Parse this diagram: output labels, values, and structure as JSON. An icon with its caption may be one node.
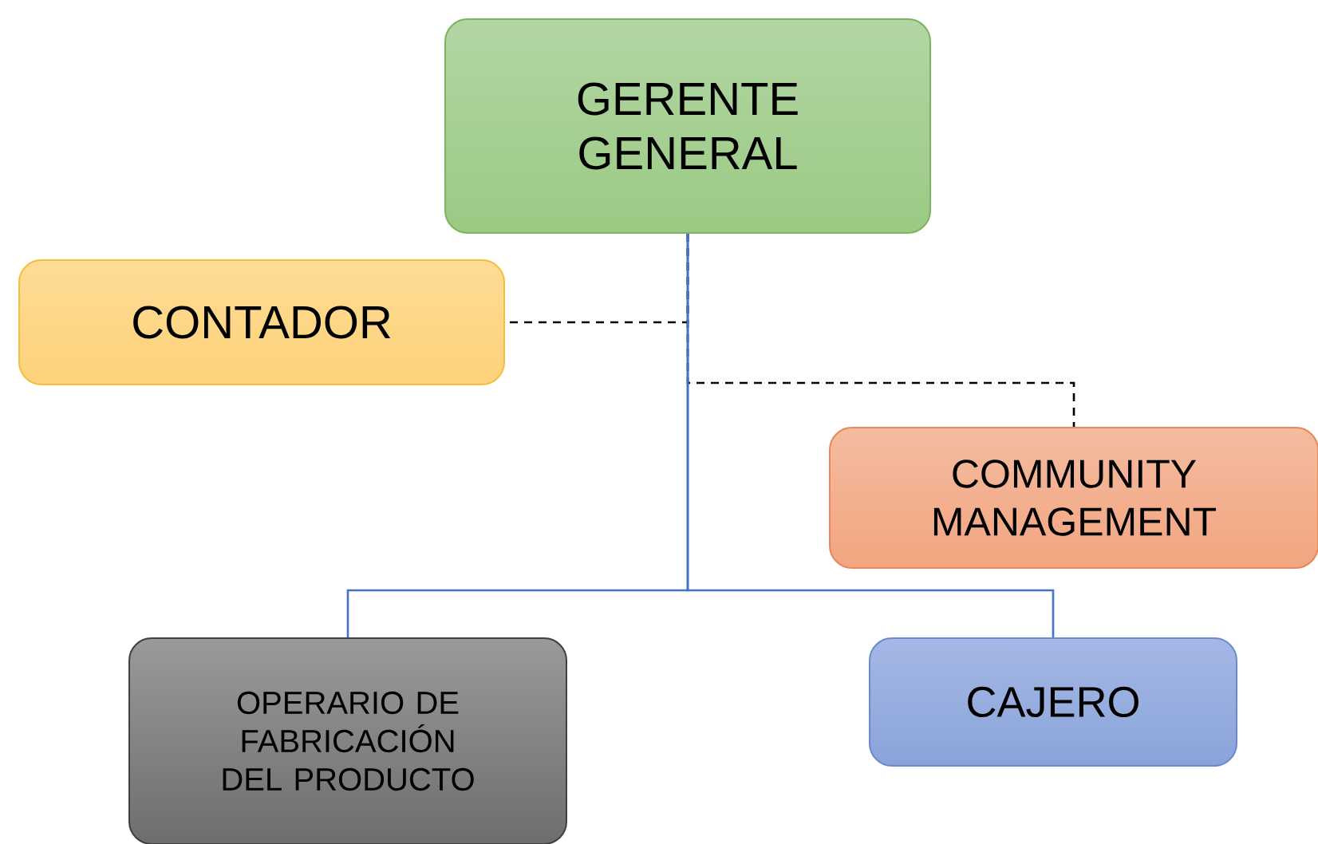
{
  "diagram": {
    "nodes": [
      {
        "text": [
          "GERENTE GENERAL"
        ]
      },
      {
        "text": [
          "CONTADOR"
        ]
      },
      {
        "text": [
          "COMMUNITY MANAGEMENT"
        ]
      },
      {
        "text": [
          "OPERARIO DE FABRICACIÓN DEL PRODUCTO"
        ]
      },
      {
        "text": [
          "CAJERO"
        ]
      }
    ],
    "edges": [
      {
        "from": 0,
        "to": 1,
        "arrow": "none",
        "style": "dashed",
        "color": "#000000"
      },
      {
        "from": 0,
        "to": 2,
        "arrow": "none",
        "style": "dashed",
        "color": "#000000"
      },
      {
        "from": 0,
        "to": 3,
        "arrow": "none",
        "color": "#4472c4"
      },
      {
        "from": 0,
        "to": 4,
        "arrow": "none",
        "color": "#4472c4"
      }
    ]
  }
}
